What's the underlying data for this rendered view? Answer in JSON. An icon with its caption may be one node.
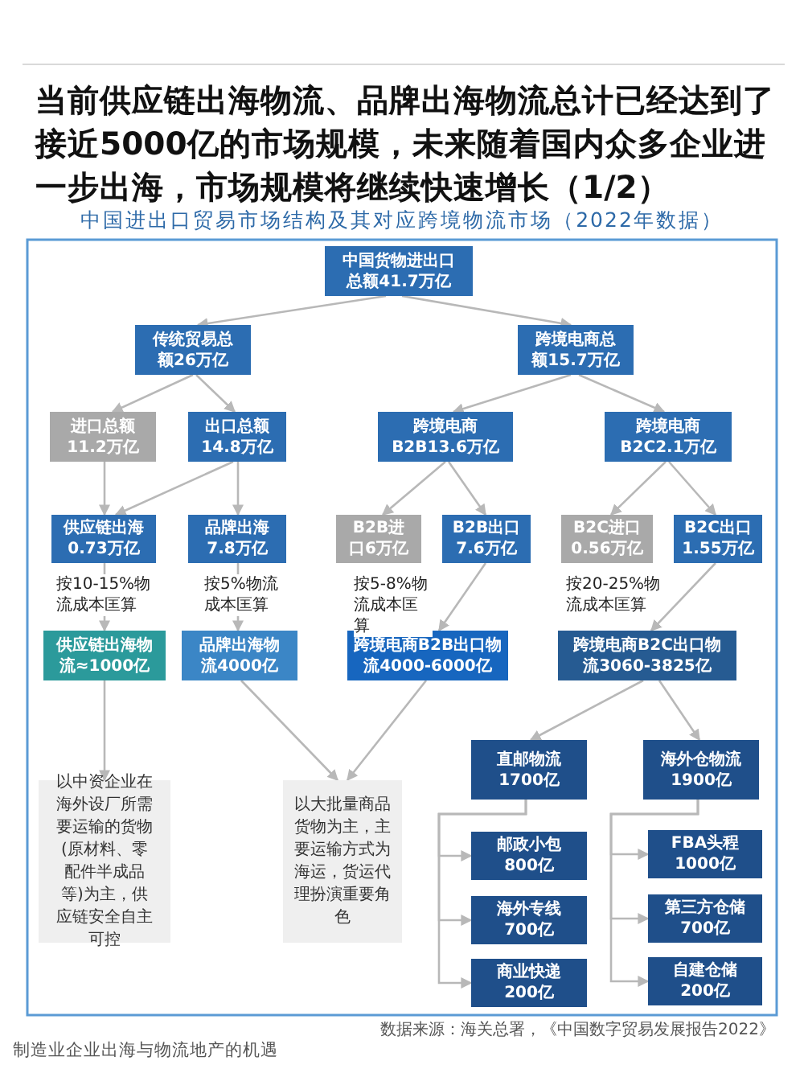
{
  "diagram": {
    "title": "当前供应链出海物流、品牌出海物流总计已经达到了接近5000亿的市场规模，未来随着国内众多企业进一步出海，市场规模将继续快速增长（1/2）",
    "nodes": [
      {
        "text": [
          "中国货物进出口总额41.7万亿"
        ]
      },
      {
        "text": [
          "传统贸易总额26万亿"
        ]
      },
      {
        "text": [
          "跨境电商总额15.7万亿"
        ]
      },
      {
        "text": [
          "进口总额11.2万亿"
        ]
      },
      {
        "text": [
          "出口总额14.8万亿"
        ]
      },
      {
        "text": [
          "跨境电商B2B13.6万亿"
        ]
      },
      {
        "text": [
          "跨境电商B2C2.1万亿"
        ]
      },
      {
        "text": [
          "供应链出海0.73万亿"
        ]
      },
      {
        "text": [
          "品牌出海7.8万亿"
        ]
      },
      {
        "text": [
          "B2B进口6万亿"
        ]
      },
      {
        "text": [
          "B2B出口7.6万亿"
        ]
      },
      {
        "text": [
          "B2C进口0.56万亿"
        ]
      },
      {
        "text": [
          "B2C出口1.55万亿"
        ]
      },
      {
        "text": [
          "供应链出海物流≈1000亿"
        ]
      },
      {
        "text": [
          "品牌出海物流4000亿"
        ]
      },
      {
        "text": [
          "跨境电商B2B出口物流4000-6000亿"
        ]
      },
      {
        "text": [
          "跨境电商B2C出口物流3060-3825亿"
        ]
      },
      {
        "text": [
          "以中资企业在海外设厂所需要运输的货物(原材料、零配件半成品等)为主，供应链安全自主可控"
        ]
      },
      {
        "text": [
          "以大批量商品货物为主，主要运输方式为海运，货运代理扮演重要角色"
        ]
      },
      {
        "text": [
          "直邮物流1700亿"
        ]
      },
      {
        "text": [
          "海外仓物流1900亿"
        ]
      },
      {
        "text": [
          "邮政小包800亿"
        ]
      },
      {
        "text": [
          "海外专线700亿"
        ]
      },
      {
        "text": [
          "商业快递200亿"
        ]
      },
      {
        "text": [
          "FBA头程1000亿"
        ]
      },
      {
        "text": [
          "第三方仓储700亿"
        ]
      },
      {
        "text": [
          "自建仓储200亿"
        ]
      }
    ],
    "edges": [
      {
        "from": 0,
        "to": 1,
        "arrow": "to"
      },
      {
        "from": 0,
        "to": 2,
        "arrow": "to"
      },
      {
        "from": 1,
        "to": 3,
        "arrow": "to"
      },
      {
        "from": 1,
        "to": 4,
        "arrow": "to"
      },
      {
        "from": 2,
        "to": 5,
        "arrow": "to"
      },
      {
        "from": 2,
        "to": 6,
        "arrow": "to"
      },
      {
        "from": 3,
        "to": 7,
        "arrow": "to"
      },
      {
        "from": 4,
        "to": 7,
        "arrow": "to"
      },
      {
        "from": 4,
        "to": 8,
        "arrow": "to"
      },
      {
        "from": 5,
        "to": 9,
        "arrow": "to"
      },
      {
        "from": 5,
        "to": 10,
        "arrow": "to"
      },
      {
        "from": 6,
        "to": 11,
        "arrow": "to"
      },
      {
        "from": 6,
        "to": 12,
        "arrow": "to"
      },
      {
        "from": 7,
        "to": 13,
        "arrow": "to",
        "label": "按10-15%物流成本匡算"
      },
      {
        "from": 8,
        "to": 14,
        "arrow": "to",
        "label": "按5%物流成本匡算"
      },
      {
        "from": 10,
        "to": 15,
        "arrow": "to",
        "label": "按5-8%物流成本匡算"
      },
      {
        "from": 12,
        "to": 16,
        "arrow": "to",
        "label": "按20-25%物流成本匡算"
      },
      {
        "from": 13,
        "to": 17,
        "arrow": "to"
      },
      {
        "from": 14,
        "to": 18,
        "arrow": "to"
      },
      {
        "from": 15,
        "to": 18,
        "arrow": "to"
      },
      {
        "from": 16,
        "to": 19,
        "arrow": "to"
      },
      {
        "from": 16,
        "to": 20,
        "arrow": "to"
      },
      {
        "from": 19,
        "to": 21,
        "arrow": "to"
      },
      {
        "from": 19,
        "to": 22,
        "arrow": "to"
      },
      {
        "from": 19,
        "to": 23,
        "arrow": "to"
      },
      {
        "from": 20,
        "to": 24,
        "arrow": "to"
      },
      {
        "from": 20,
        "to": 25,
        "arrow": "to"
      },
      {
        "from": 20,
        "to": 26,
        "arrow": "to"
      }
    ],
    "labels": [
      "中国进出口贸易市场结构及其对应跨境物流市场（2022年数据）",
      "数据来源：海关总署，《中国数字贸易发展报告2022》",
      "制造业企业出海与物流地产的机遇"
    ]
  }
}
